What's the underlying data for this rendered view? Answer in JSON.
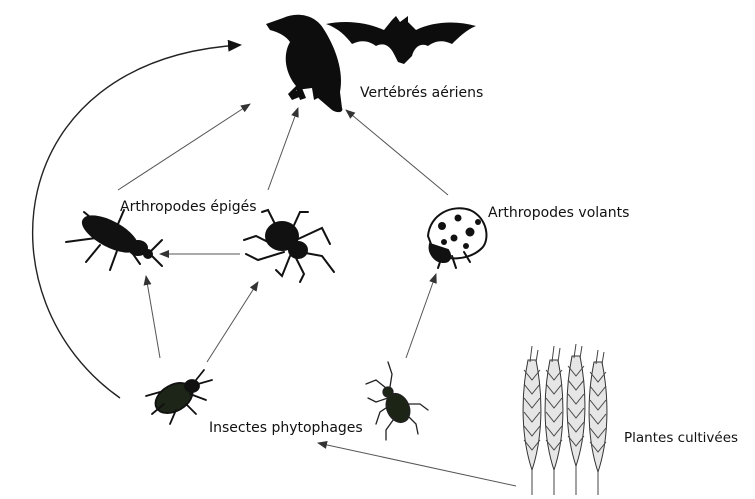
{
  "labels": {
    "vertebrates": "Vertébrés aériens",
    "ground_arthropods": "Arthropodes épigés",
    "flying_arthropods": "Arthropodes volants",
    "phytophagous": "Insectes phytophages",
    "crops": "Plantes cultivées"
  },
  "icons": {
    "crow": "crow-icon",
    "bat": "bat-icon",
    "ground_beetle": "ground-beetle-icon",
    "spider": "spider-icon",
    "ladybug": "ladybug-icon",
    "phytophagous_beetle": "phytophagous-beetle-icon",
    "aphid": "aphid-icon",
    "wheat": "wheat-icon"
  },
  "colors": {
    "ink": "#111111",
    "arrow": "#444444"
  }
}
